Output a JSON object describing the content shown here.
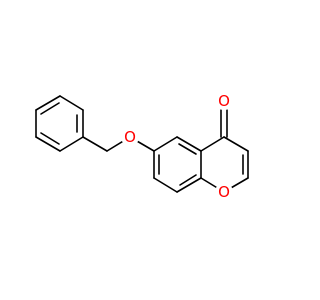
{
  "molecule": {
    "atoms": [
      {
        "id": "O-carbonyl",
        "label": "O",
        "color": "#ff0000"
      },
      {
        "id": "O-ring",
        "label": "O",
        "color": "#ff0000"
      },
      {
        "id": "O-ether",
        "label": "O",
        "color": "#ff0000"
      }
    ]
  }
}
